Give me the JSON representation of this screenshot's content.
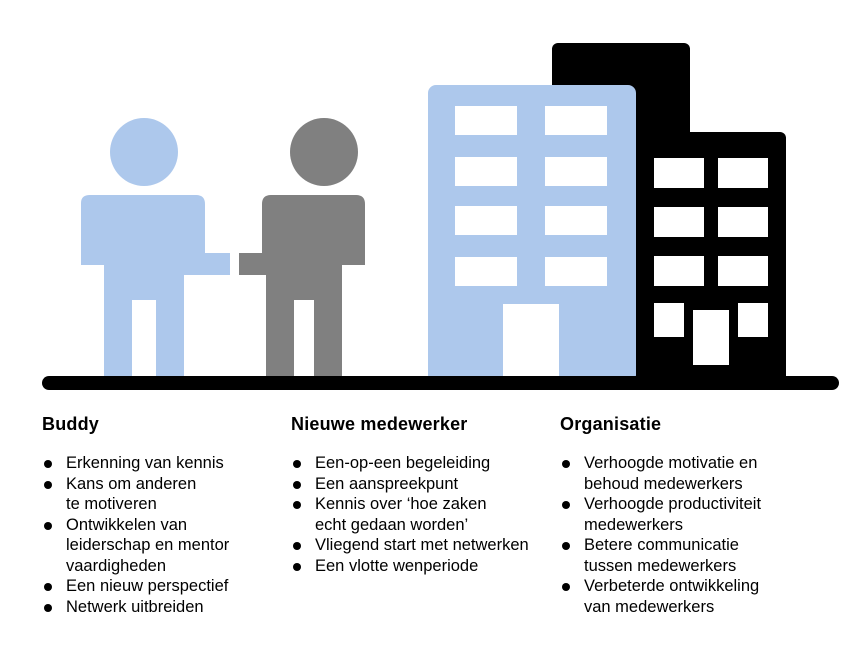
{
  "colors": {
    "buddy": "#adc8ec",
    "new_employee": "#808080",
    "building_front": "#adc8ec",
    "building_back": "#000000",
    "window": "#ffffff",
    "ground": "#000000"
  },
  "columns": [
    {
      "heading": "Buddy",
      "items": [
        "Erkenning van kennis",
        "Kans om anderen\nte motiveren",
        "Ontwikkelen van\nleiderschap en mentor\nvaardigheden",
        "Een nieuw perspectief",
        "Netwerk uitbreiden"
      ]
    },
    {
      "heading": "Nieuwe medewerker",
      "items": [
        "Een-op-een begeleiding",
        "Een aanspreekpunt",
        "Kennis over ‘hoe zaken\necht gedaan worden’",
        "Vliegend start met netwerken",
        "Een vlotte wenperiode"
      ]
    },
    {
      "heading": "Organisatie",
      "items": [
        "Verhoogde motivatie en\nbehoud medewerkers",
        "Verhoogde productiviteit\nmedewerkers",
        "Betere communicatie\ntussen medewerkers",
        "Verbeterde ontwikkeling\nvan medewerkers"
      ]
    }
  ]
}
